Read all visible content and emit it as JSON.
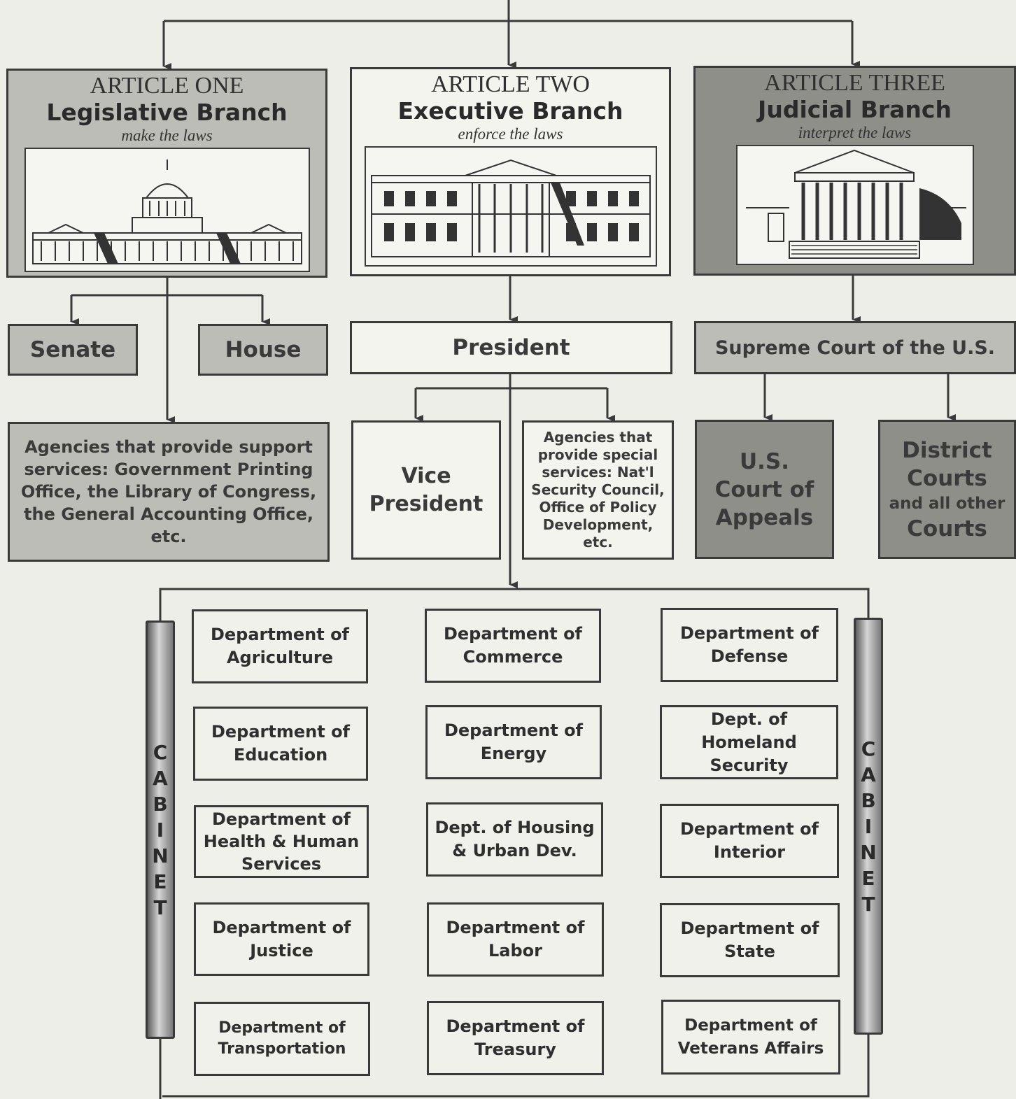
{
  "branches": [
    {
      "article": "ARTICLE ONE",
      "name": "Legislative Branch",
      "duty": "make the laws",
      "illustration": "capitol-building-icon"
    },
    {
      "article": "ARTICLE TWO",
      "name": "Executive Branch",
      "duty": "enforce the laws",
      "illustration": "white-house-icon"
    },
    {
      "article": "ARTICLE THREE",
      "name": "Judicial Branch",
      "duty": "interpret the laws",
      "illustration": "supreme-court-building-icon"
    }
  ],
  "legislative": {
    "senate": "Senate",
    "house": "House",
    "agencies": "Agencies that provide support services:  Government Printing Office, the Library of Congress, the General Accounting Office, etc."
  },
  "executive": {
    "president": "President",
    "vice_president": "Vice President",
    "agencies": "Agencies that provide special services: Nat'l Security Council, Office of Policy Development, etc."
  },
  "judicial": {
    "supreme_court": "Supreme Court of the U.S.",
    "appeals": "U.S. Court of Appeals",
    "district_main": "District Courts",
    "district_other": "and all other",
    "district_last": "Courts"
  },
  "cabinet": {
    "label": [
      "C",
      "A",
      "B",
      "I",
      "N",
      "E",
      "T"
    ],
    "departments": [
      "Department of Agriculture",
      "Department of Commerce",
      "Department of Defense",
      "Department of Education",
      "Department of Energy",
      "Dept. of Homeland Security",
      "Department of Health & Human Services",
      "Dept. of Housing & Urban Dev.",
      "Department of Interior",
      "Department of Justice",
      "Department of Labor",
      "Department of State",
      "Department of Transportation",
      "Department of Treasury",
      "Department of Veterans Affairs"
    ]
  },
  "colors": {
    "light_box": "#bdbdb8",
    "dark_box": "#8f8f8a",
    "white_box": "#f4f4ef",
    "line": "#3a3a3a"
  }
}
